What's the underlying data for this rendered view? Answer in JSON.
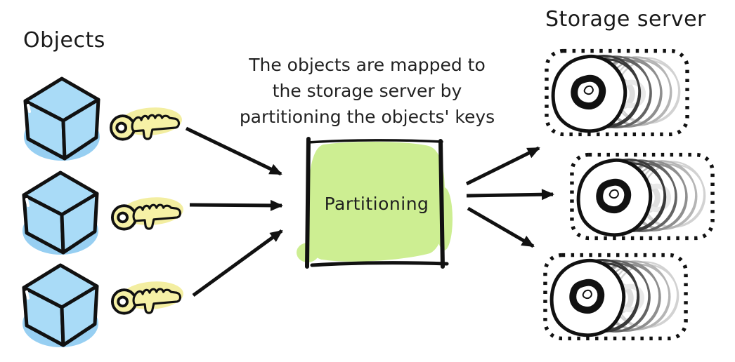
{
  "left": {
    "title": "Objects",
    "items": [
      {
        "object": "cube-icon",
        "key": "key-icon"
      },
      {
        "object": "cube-icon",
        "key": "key-icon"
      },
      {
        "object": "cube-icon",
        "key": "key-icon"
      }
    ]
  },
  "center": {
    "note": "The objects are mapped to\nthe storage server by\npartitioning the objects' keys",
    "box_label": "Partitioning"
  },
  "right": {
    "title": "Storage server",
    "servers": [
      {
        "icon": "disk-stack-icon"
      },
      {
        "icon": "disk-stack-icon"
      },
      {
        "icon": "disk-stack-icon"
      }
    ]
  },
  "colors": {
    "cube_fill": "#a9dbf7",
    "cube_shadow": "#97cff2",
    "key_fill": "#f6f1a6",
    "key_glow": "#f3eea1",
    "partition_fill": "#cdee92",
    "ink": "#111111",
    "background": "#ffffff"
  }
}
